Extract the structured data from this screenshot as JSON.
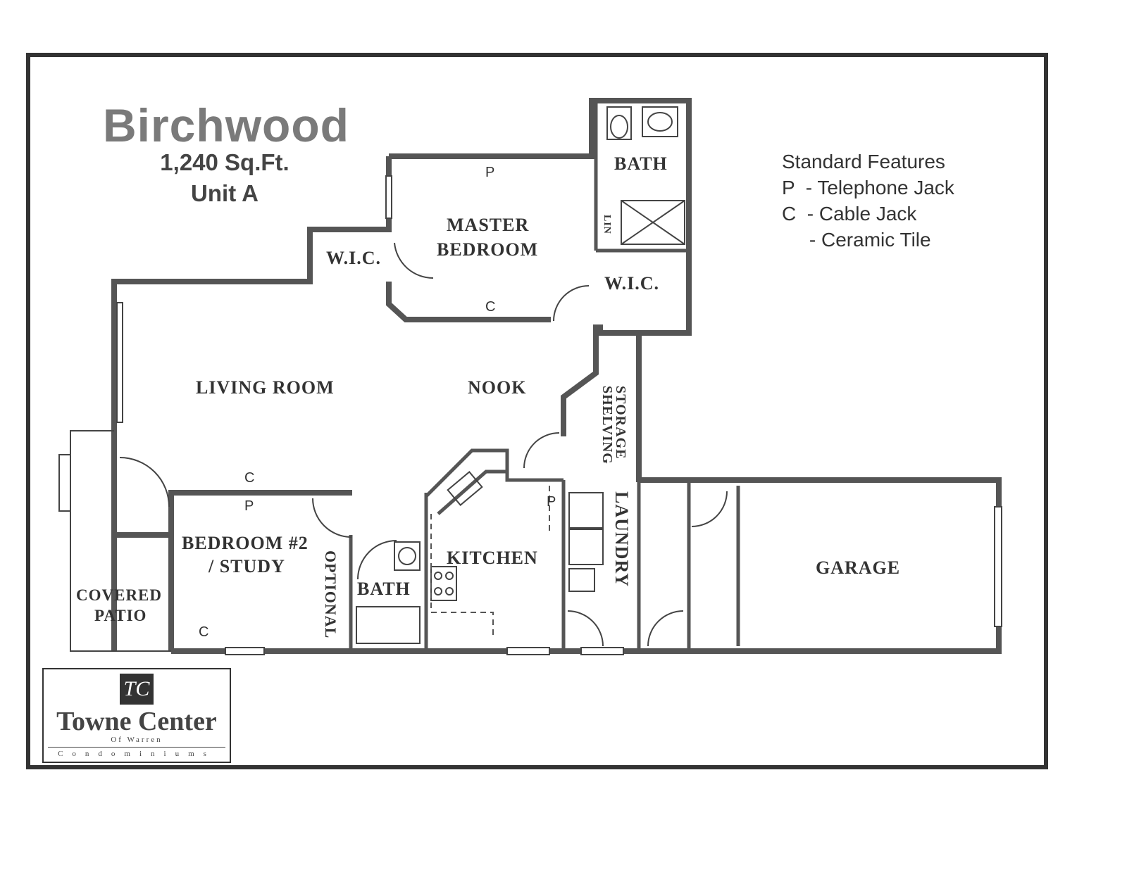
{
  "plan": {
    "name": "Birchwood",
    "area": "1,240 Sq.Ft.",
    "unit": "Unit A"
  },
  "features": {
    "heading": "Standard Features",
    "items": [
      "P  - Telephone Jack",
      "C  - Cable Jack",
      "     - Ceramic Tile"
    ]
  },
  "rooms": {
    "master_bedroom_line1": "MASTER",
    "master_bedroom_line2": "BEDROOM",
    "master_bath": "BATH",
    "master_wic_left": "W.I.C.",
    "master_wic_right": "W.I.C.",
    "linen": "LIN",
    "living_room": "LIVING ROOM",
    "nook": "NOOK",
    "storage_line1": "STORAGE",
    "storage_line2": "SHELVING",
    "bedroom2_line1": "BEDROOM #2",
    "bedroom2_line2": "/ STUDY",
    "optional": "OPTIONAL",
    "bath2": "BATH",
    "kitchen": "KITCHEN",
    "laundry": "LAUNDRY",
    "garage": "GARAGE",
    "patio_line1": "COVERED",
    "patio_line2": "PATIO"
  },
  "jacks": {
    "telephone": "P",
    "cable": "C"
  },
  "logo": {
    "mark": "TC",
    "name": "Towne Center",
    "of": "Of Warren",
    "tagline": "Condominiums"
  },
  "colors": {
    "wall": "#555555",
    "wall_fill": "#9a9a9a",
    "frame": "#333333",
    "title": "#7a7a7a"
  }
}
